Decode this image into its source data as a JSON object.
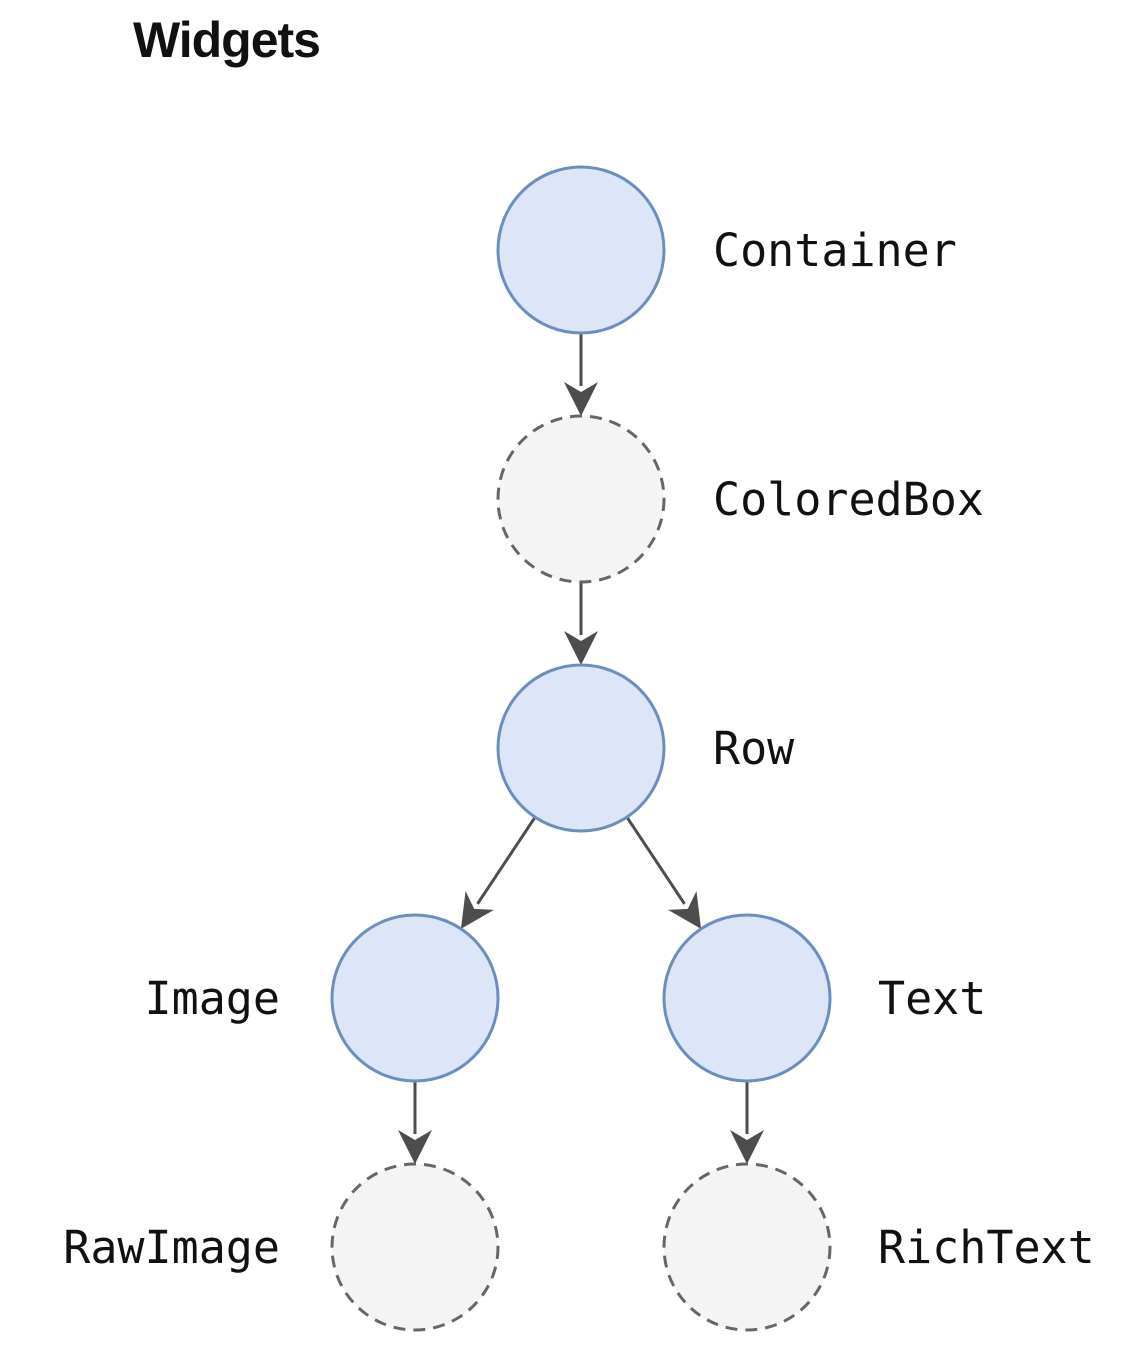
{
  "title": "Widgets",
  "colors": {
    "solid_fill": "#dce6f8",
    "solid_stroke": "#6c8ebf",
    "dashed_fill": "#f4f4f4",
    "dashed_stroke": "#666666",
    "edge": "#4d4d4d",
    "text": "#111111"
  },
  "nodes": [
    {
      "id": "container",
      "label": "Container",
      "style": "solid"
    },
    {
      "id": "coloredbox",
      "label": "ColoredBox",
      "style": "dashed"
    },
    {
      "id": "row",
      "label": "Row",
      "style": "solid"
    },
    {
      "id": "image",
      "label": "Image",
      "style": "solid"
    },
    {
      "id": "text",
      "label": "Text",
      "style": "solid"
    },
    {
      "id": "rawimage",
      "label": "RawImage",
      "style": "dashed"
    },
    {
      "id": "richtext",
      "label": "RichText",
      "style": "dashed"
    }
  ],
  "edges": [
    {
      "from": "container",
      "to": "coloredbox"
    },
    {
      "from": "coloredbox",
      "to": "row"
    },
    {
      "from": "row",
      "to": "image"
    },
    {
      "from": "row",
      "to": "text"
    },
    {
      "from": "image",
      "to": "rawimage"
    },
    {
      "from": "text",
      "to": "richtext"
    }
  ]
}
